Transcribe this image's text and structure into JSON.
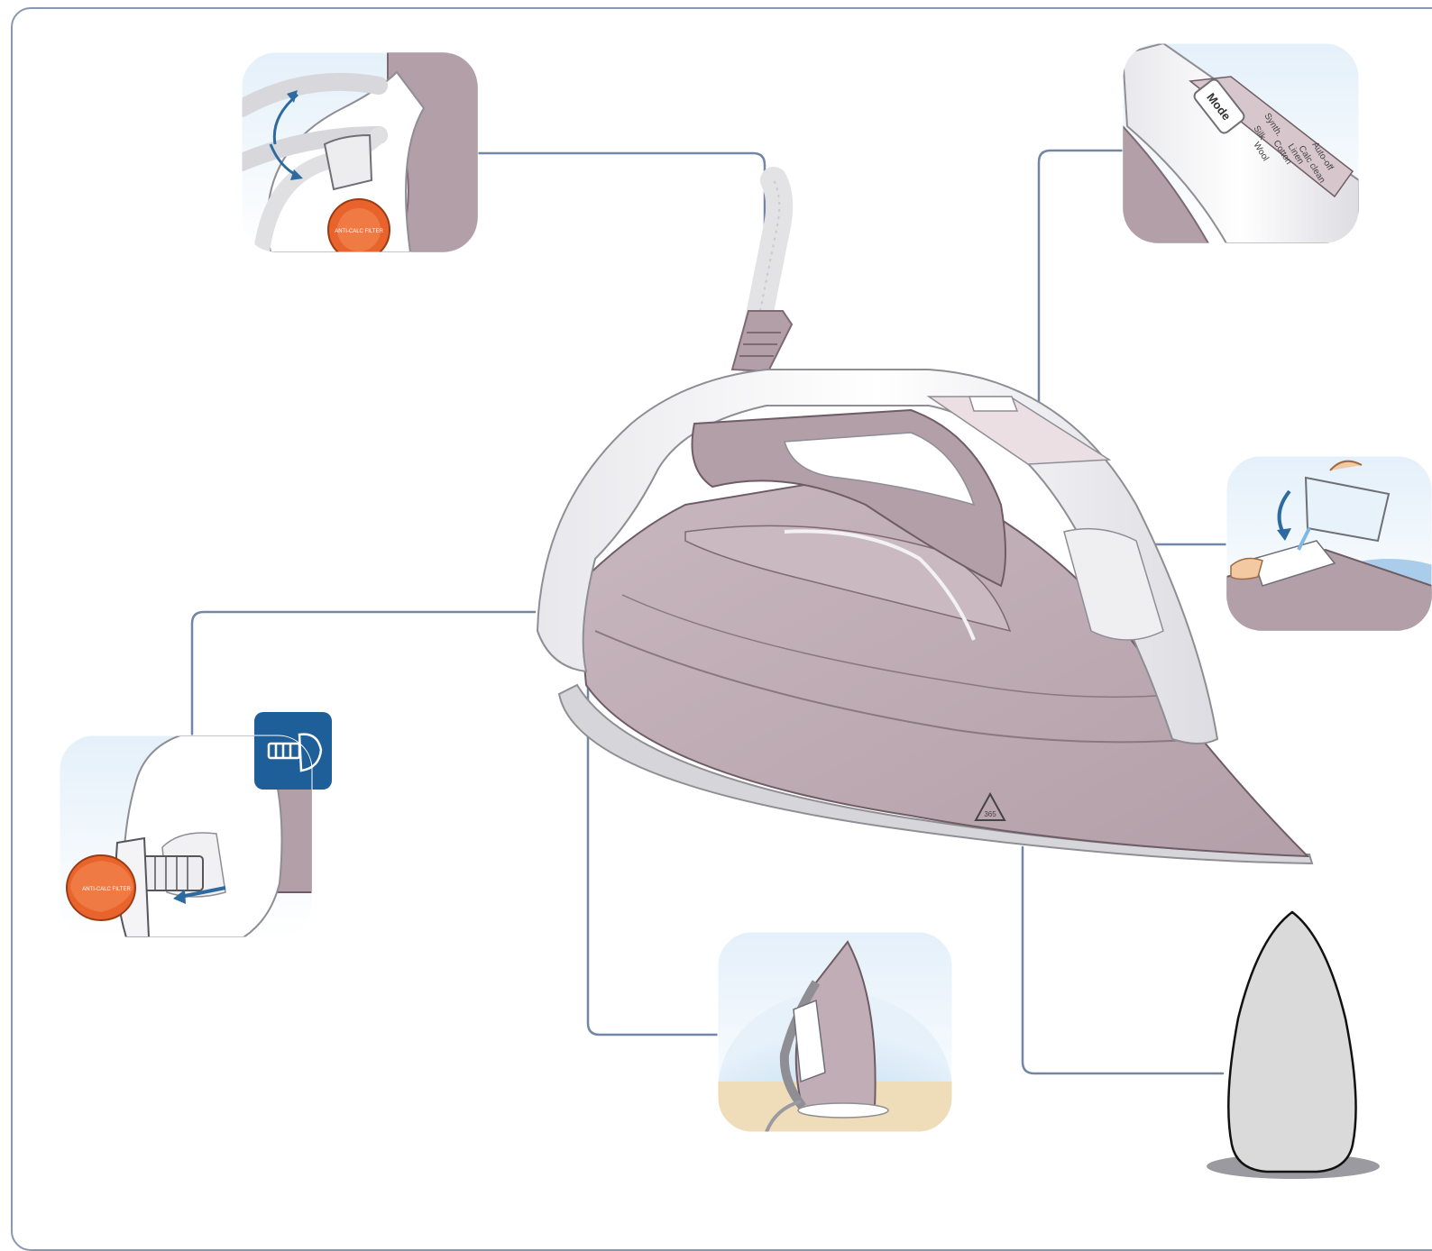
{
  "figure": {
    "panels": [
      {
        "id": "cord-swivel",
        "description_icon": "cord-swivel-icon",
        "filter_label": "ANTI-CALC FILTER"
      },
      {
        "id": "control-panel",
        "mode_button_label": "Mode",
        "settings": [
          "Synth.",
          "Silk",
          "Wool",
          "Cotton",
          "Linen",
          "Calc clean",
          "Auto-off"
        ]
      },
      {
        "id": "water-fill",
        "icon": "pitcher-icon"
      },
      {
        "id": "anti-calc-cartridge",
        "filter_label": "ANTI-CALC FILTER",
        "badge_icon": "cartridge-icon"
      },
      {
        "id": "heel-rest",
        "icon": "iron-standing-icon"
      },
      {
        "id": "soleplate",
        "icon": "soleplate-icon"
      }
    ],
    "colors": {
      "frame": "#8a98ad",
      "leader": "#7287a6",
      "iron_body": "#c1adb5",
      "iron_white": "#f4f4f6",
      "orange": "#e8642c",
      "badge_blue": "#1f5f99",
      "sky": "#cfe4f3",
      "soleplate": "#dadada",
      "floor": "#efdcb8"
    },
    "soleplate_warning": "365"
  }
}
